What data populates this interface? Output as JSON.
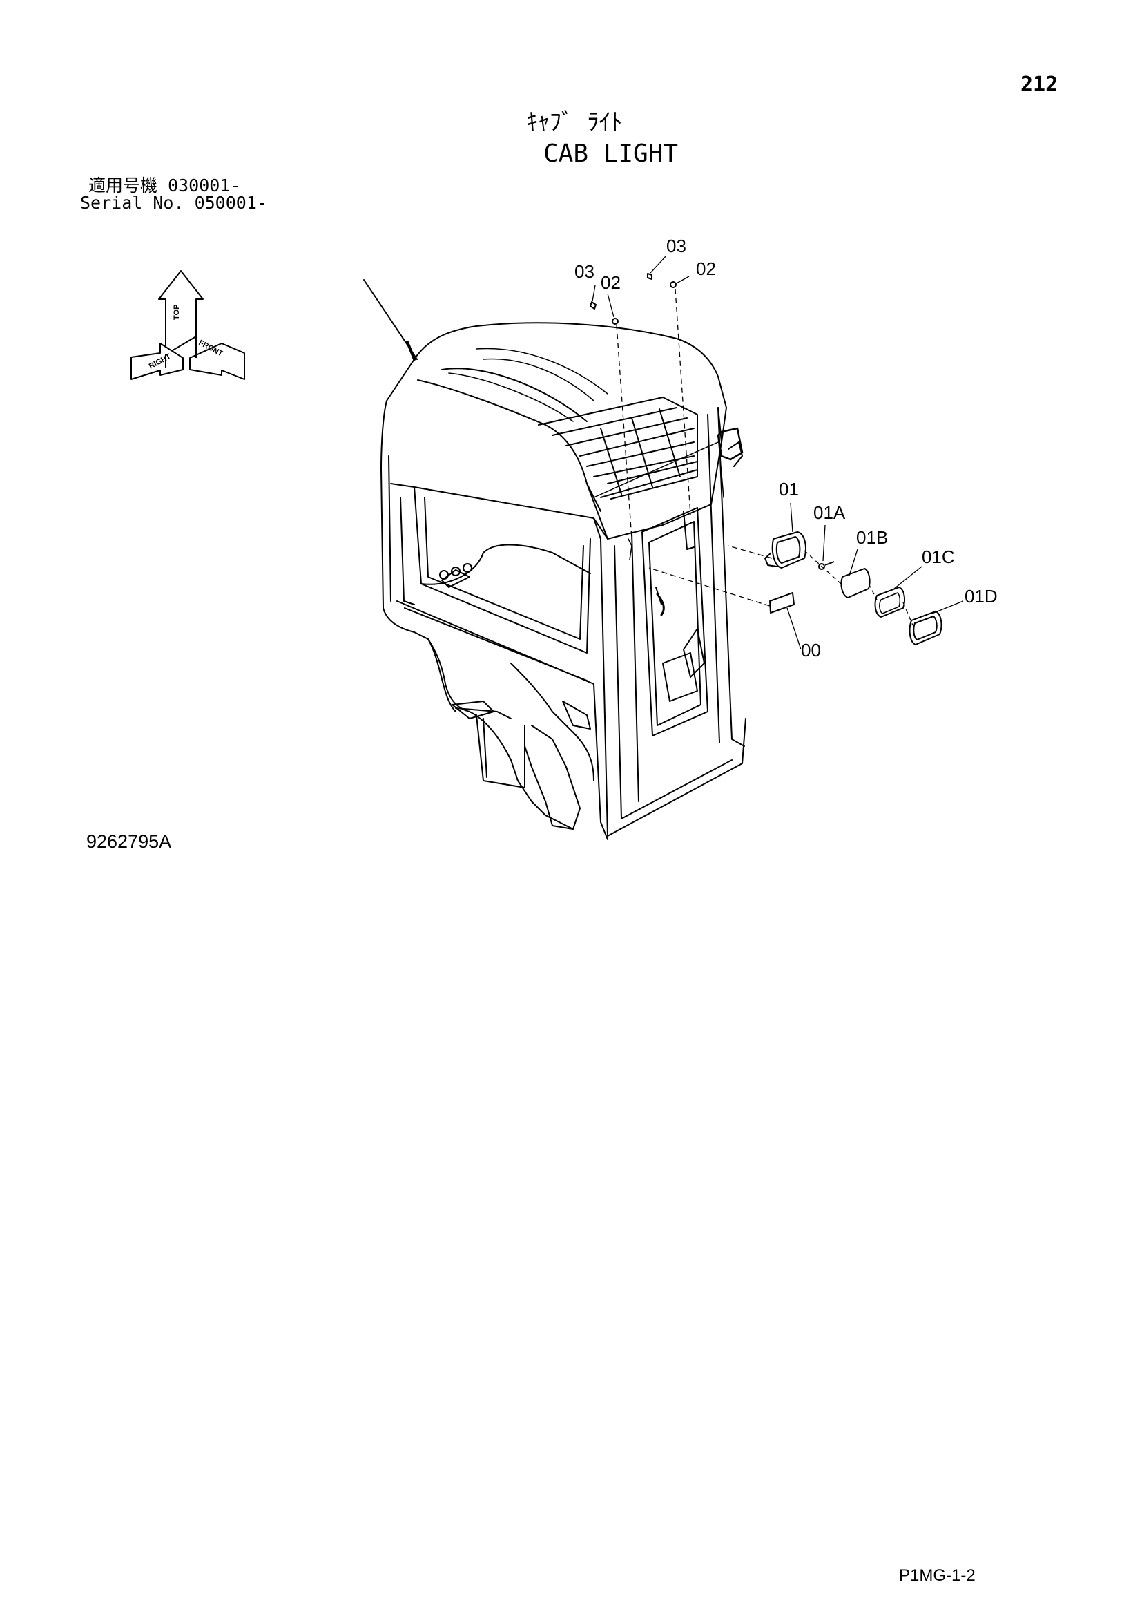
{
  "page": {
    "number": "212",
    "code": "P1MG-1-2"
  },
  "title": {
    "japanese": "ｷｬﾌﾞ ﾗｲﾄ",
    "english": "CAB LIGHT"
  },
  "applicability": {
    "jp_label": "適用号機",
    "jp_value": "030001-",
    "en_label": "Serial No.",
    "en_value": "050001-"
  },
  "drawing_number": "9262795A",
  "orientation_indicator": {
    "top": "TOP",
    "front": "FRONT",
    "right": "RIGHT"
  },
  "callouts": {
    "c03_left": "03",
    "c02_left": "02",
    "c03_right": "03",
    "c02_right": "02",
    "c01": "01",
    "c01A": "01A",
    "c01B": "01B",
    "c01C": "01C",
    "c01D": "01D",
    "c00": "00"
  }
}
